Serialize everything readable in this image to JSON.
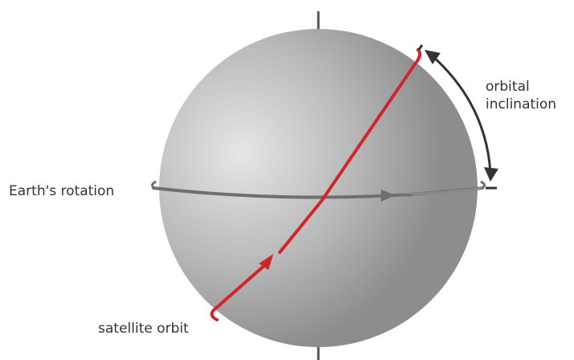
{
  "labels": {
    "earth_rotation": "Earth's rotation",
    "inclination_line1": "orbital",
    "inclination_line2": "inclination",
    "satellite_orbit": "satellite orbit"
  },
  "colors": {
    "sphere_light": "#e6e6e6",
    "sphere_mid": "#b8b8b8",
    "sphere_dark": "#8d8d8d",
    "axis": "#555555",
    "equator": "#6f6f6f",
    "orbit": "#d0262b",
    "arrow": "#333333",
    "text": "#333333"
  }
}
